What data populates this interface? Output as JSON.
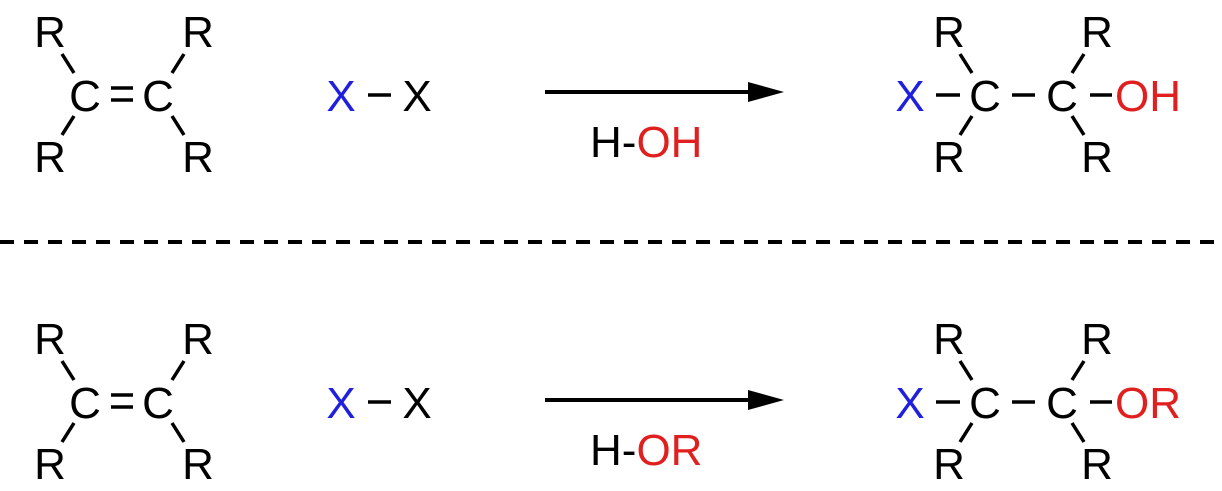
{
  "colors": {
    "black": "#000000",
    "blue": "#1f1fe0",
    "red": "#e01f1f"
  },
  "rows": [
    {
      "alkene": {
        "c1": "C",
        "c2": "C",
        "r_top_left": "R",
        "r_top_right": "R",
        "r_bottom_left": "R",
        "r_bottom_right": "R"
      },
      "halogen": {
        "x1": "X",
        "x2": "X"
      },
      "arrow": {
        "reagent_h": "H-",
        "reagent_group": "OH"
      },
      "product": {
        "x": "X",
        "c1": "C",
        "c2": "C",
        "group": "OH",
        "r_top_left": "R",
        "r_top_right": "R",
        "r_bottom_left": "R",
        "r_bottom_right": "R"
      }
    },
    {
      "alkene": {
        "c1": "C",
        "c2": "C",
        "r_top_left": "R",
        "r_top_right": "R",
        "r_bottom_left": "R",
        "r_bottom_right": "R"
      },
      "halogen": {
        "x1": "X",
        "x2": "X"
      },
      "arrow": {
        "reagent_h": "H-",
        "reagent_group": "OR"
      },
      "product": {
        "x": "X",
        "c1": "C",
        "c2": "C",
        "group": "OR",
        "r_top_left": "R",
        "r_top_right": "R",
        "r_bottom_left": "R",
        "r_bottom_right": "R"
      }
    }
  ]
}
